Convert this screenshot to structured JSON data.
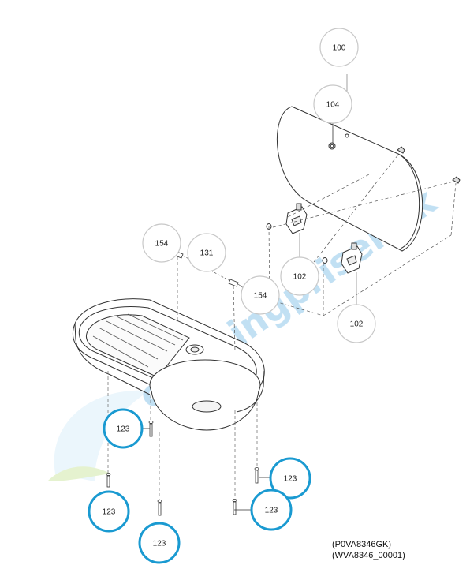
{
  "watermark": {
    "text": "campingpriser.dk",
    "color": "#8fc6ea"
  },
  "colors": {
    "callout_grey": "#c8c8c8",
    "callout_highlight": "#1a9ad1",
    "line": "#333333",
    "leader": "#888888"
  },
  "callouts": [
    {
      "id": "c100",
      "label": "100",
      "highlight": false
    },
    {
      "id": "c104",
      "label": "104",
      "highlight": false
    },
    {
      "id": "c154a",
      "label": "154",
      "highlight": false
    },
    {
      "id": "c131",
      "label": "131",
      "highlight": false
    },
    {
      "id": "c154b",
      "label": "154",
      "highlight": false
    },
    {
      "id": "c102a",
      "label": "102",
      "highlight": false
    },
    {
      "id": "c102b",
      "label": "102",
      "highlight": false
    },
    {
      "id": "c123a",
      "label": "123",
      "highlight": true
    },
    {
      "id": "c123b",
      "label": "123",
      "highlight": true
    },
    {
      "id": "c123c",
      "label": "123",
      "highlight": true
    },
    {
      "id": "c123d",
      "label": "123",
      "highlight": true
    },
    {
      "id": "c123e",
      "label": "123",
      "highlight": true
    }
  ],
  "caption": {
    "line1": "(P0VA8346GK)",
    "line2": "(WVA8346_00001)"
  }
}
